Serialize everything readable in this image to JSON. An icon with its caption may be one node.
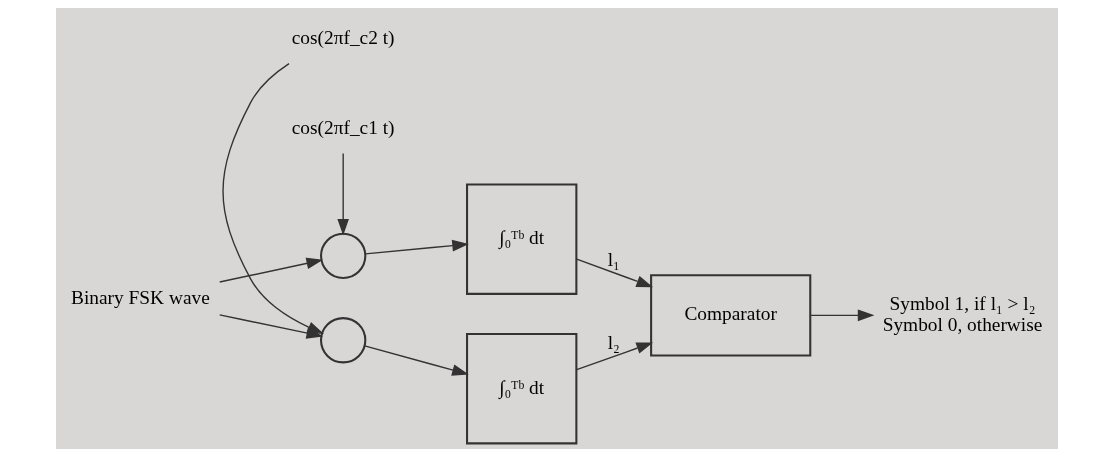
{
  "diagram": {
    "nodes": [
      {
        "text": [
          "Binary FSK wave"
        ]
      },
      {
        "text": [],
        "shape": "circle"
      },
      {
        "text": [
          "∫₀ᵀᵇ dt"
        ]
      },
      {
        "text": [
          "cos(2πf_c1 t)"
        ]
      },
      {
        "text": [],
        "shape": "circle"
      },
      {
        "text": [
          "∫₀ᵀᵇ dt"
        ]
      },
      {
        "text": [
          "cos(2πf_c2 t)"
        ]
      },
      {
        "text": [
          "Comparator"
        ]
      },
      {
        "text": [
          "Symbol 1, if l₁ > l₂",
          "Symbol 0, otherwise"
        ]
      }
    ],
    "edges": [
      {
        "from": 0,
        "to": 1,
        "arrow": "to"
      },
      {
        "from": 0,
        "to": 4,
        "arrow": "to"
      },
      {
        "from": 3,
        "to": 1,
        "arrow": "to"
      },
      {
        "from": 6,
        "to": 4,
        "arrow": "to"
      },
      {
        "from": 1,
        "to": 2,
        "arrow": "to"
      },
      {
        "from": 4,
        "to": 5,
        "arrow": "to"
      },
      {
        "from": 2,
        "to": 7,
        "arrow": "to",
        "label": "l₁"
      },
      {
        "from": 5,
        "to": 7,
        "arrow": "to",
        "label": "l₂"
      },
      {
        "from": 7,
        "to": 8,
        "arrow": "to"
      }
    ]
  }
}
